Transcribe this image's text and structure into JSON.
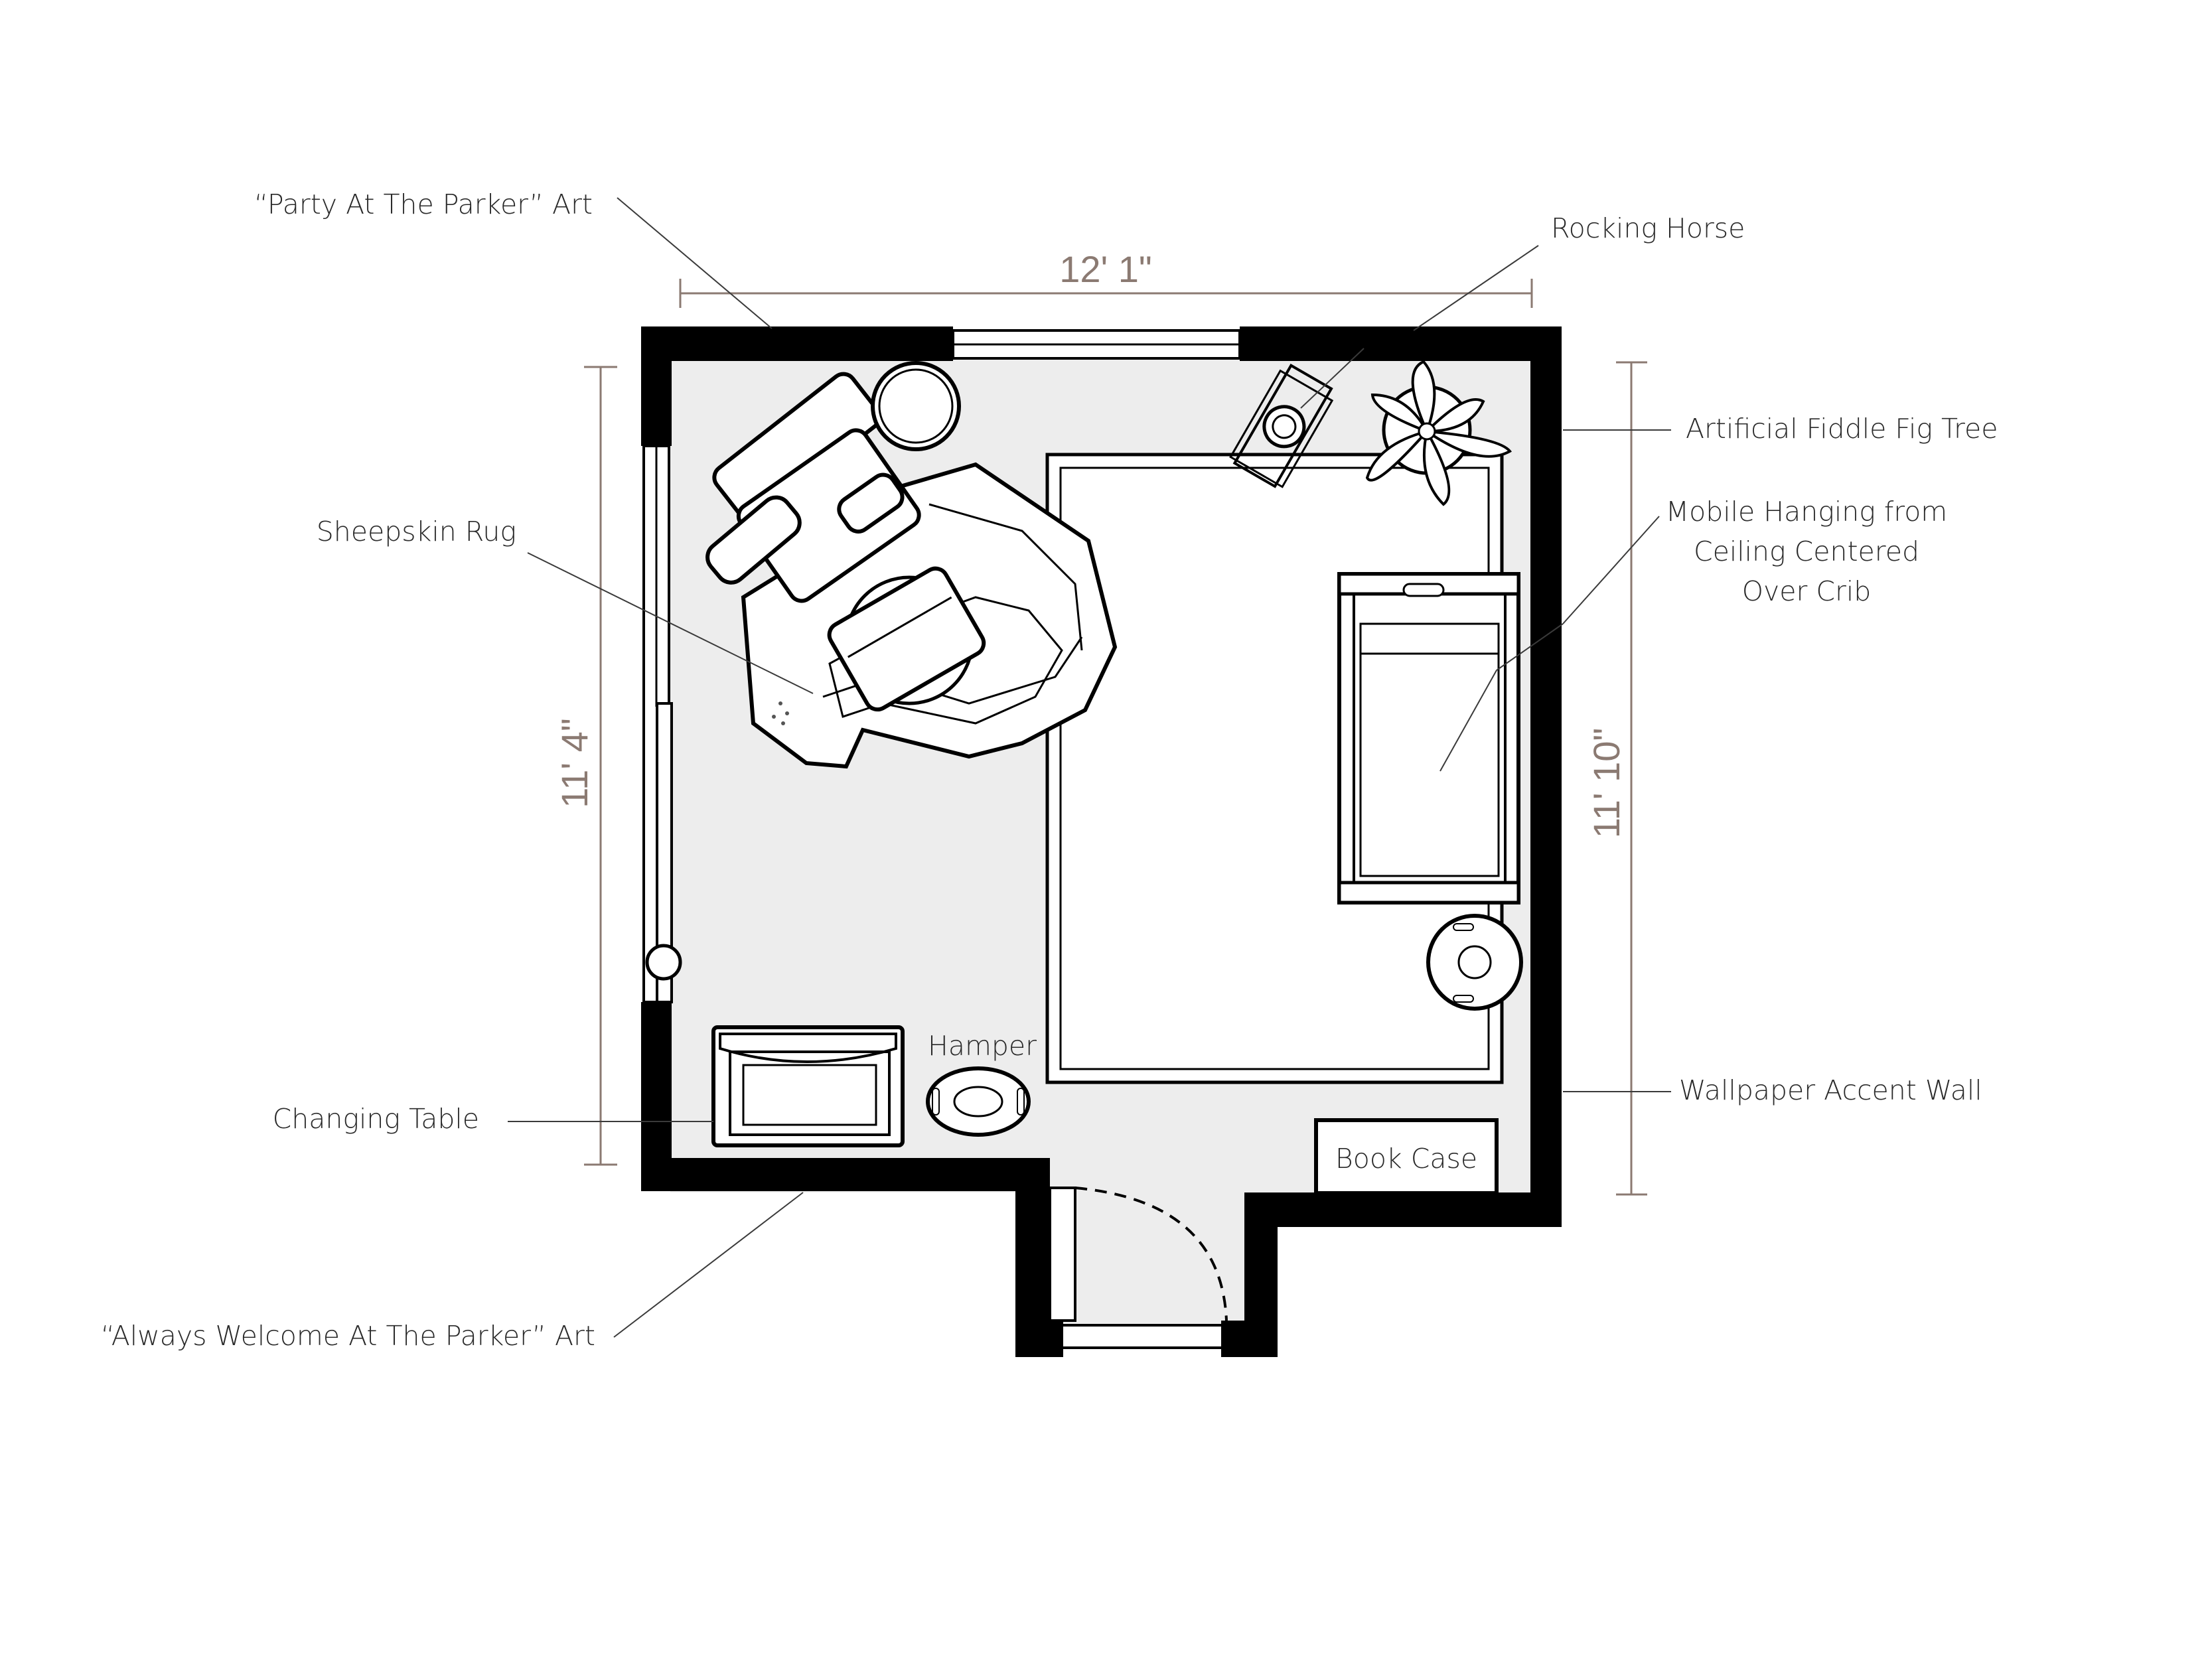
{
  "dimensions": {
    "width": "12' 1\"",
    "left_height": "11' 4\"",
    "right_height": "11' 10\""
  },
  "labels": {
    "party_art": "“Party At The Parker” Art",
    "rocking_horse": "Rocking Horse",
    "fig_tree": "Artificial Fiddle Fig Tree",
    "mobile_line1": "Mobile Hanging from",
    "mobile_line2": "Ceiling Centered",
    "mobile_line3": "Over Crib",
    "sheepskin_rug": "Sheepskin Rug",
    "hamper": "Hamper",
    "changing_table": "Changing Table",
    "wallpaper": "Wallpaper Accent Wall",
    "book_case": "Book Case",
    "welcome_art": "“Always Welcome At The Parker” Art"
  },
  "colors": {
    "wall": "#000000",
    "floor": "#ededed",
    "dimension": "#8b7a72"
  }
}
